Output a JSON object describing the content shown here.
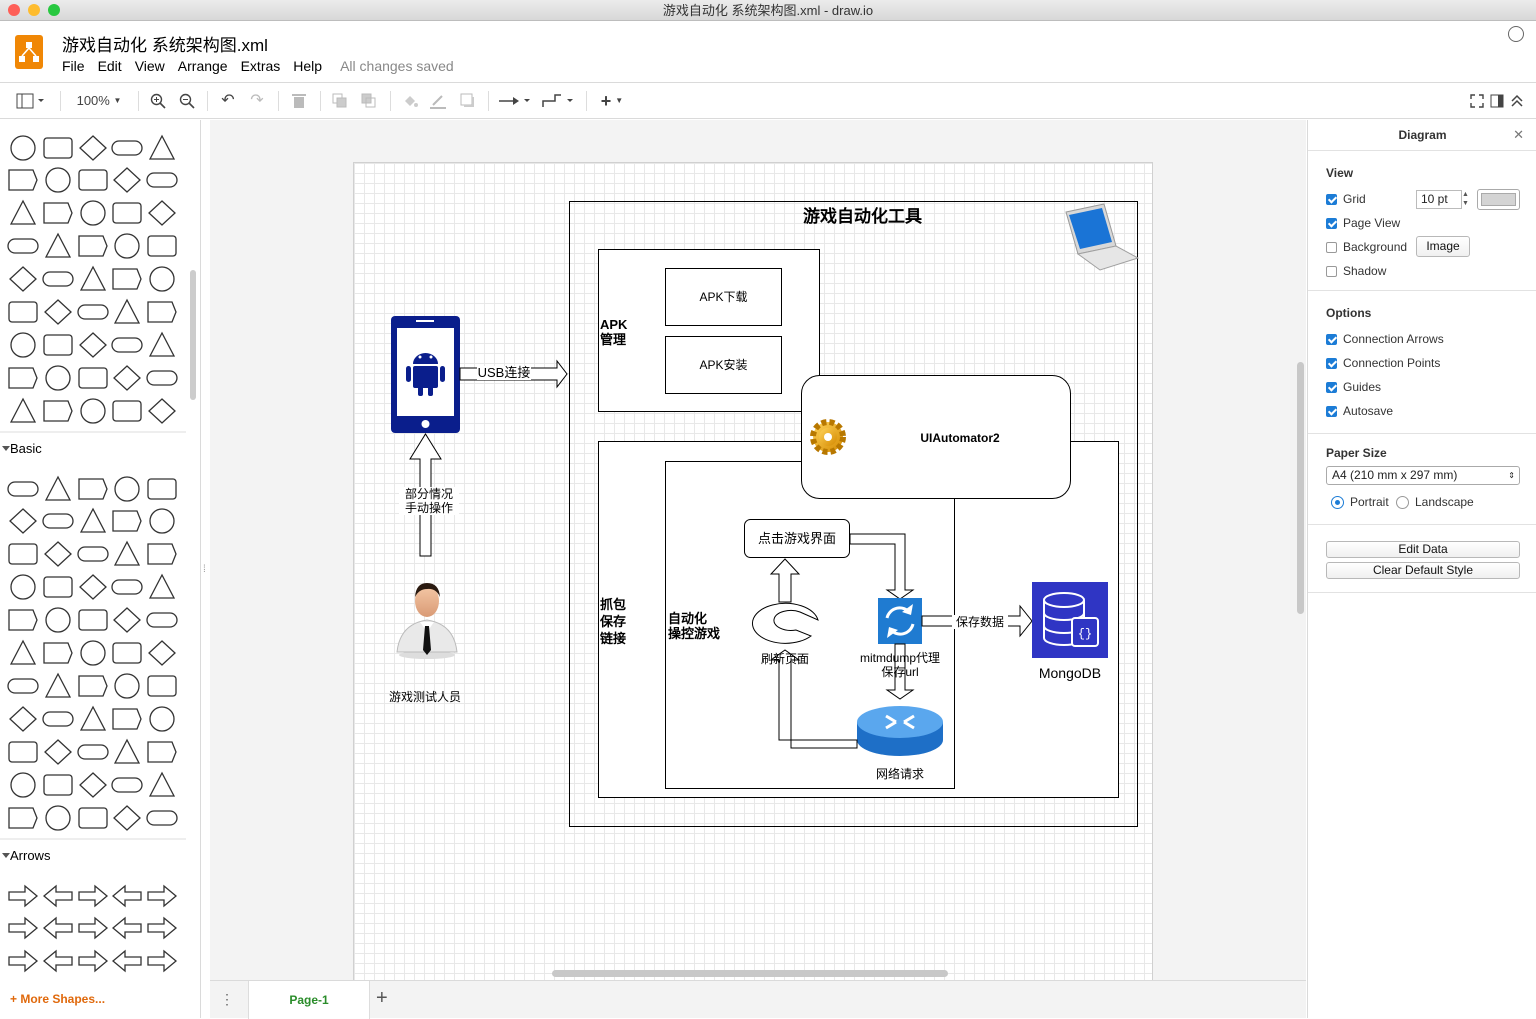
{
  "window": {
    "title": "游戏自动化 系统架构图.xml - draw.io"
  },
  "header": {
    "doc_title": "游戏自动化 系统架构图.xml",
    "menu": [
      "File",
      "Edit",
      "View",
      "Arrange",
      "Extras",
      "Help"
    ],
    "status": "All changes saved"
  },
  "toolbar": {
    "zoom": "100%"
  },
  "sidebar": {
    "sections": [
      "Basic",
      "Arrows"
    ],
    "more_shapes": "+ More Shapes..."
  },
  "diagram": {
    "main_title": "游戏自动化工具",
    "apk_group": "APK\n管理",
    "apk_download": "APK下载",
    "apk_install": "APK安装",
    "uiautomator": "UIAutomator2",
    "capture_group": "抓包\n保存\n链接",
    "auto_group": "自动化\n操控游戏",
    "click_ui": "点击游戏界面",
    "refresh": "刷新页面",
    "mitm": "mitmdump代理\n保存url",
    "network": "网络请求",
    "save_data": "保存数据",
    "mongodb": "MongoDB",
    "usb": "USB连接",
    "manual": "部分情况\n手动操作",
    "tester": "游戏测试人员"
  },
  "pages": {
    "tab": "Page-1"
  },
  "panel": {
    "title": "Diagram",
    "view_section": "View",
    "grid": "Grid",
    "grid_size": "10 pt",
    "page_view": "Page View",
    "background": "Background",
    "image_btn": "Image",
    "shadow": "Shadow",
    "options_section": "Options",
    "connection_arrows": "Connection Arrows",
    "connection_points": "Connection Points",
    "guides": "Guides",
    "autosave": "Autosave",
    "paper_section": "Paper Size",
    "paper_size": "A4 (210 mm x 297 mm)",
    "portrait": "Portrait",
    "landscape": "Landscape",
    "edit_data": "Edit Data",
    "clear_style": "Clear Default Style"
  }
}
